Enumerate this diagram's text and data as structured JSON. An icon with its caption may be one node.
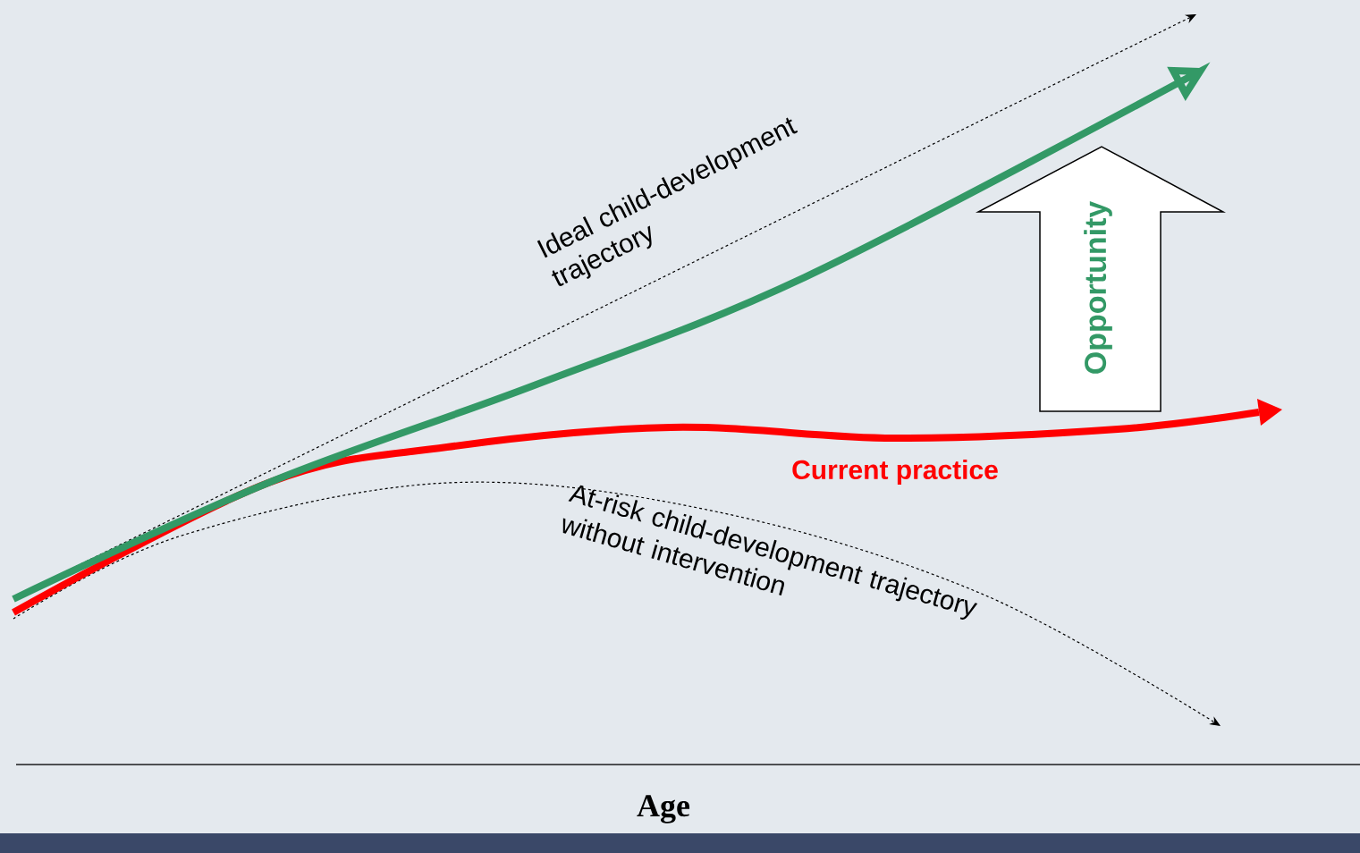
{
  "diagram": {
    "nodes": [
      {
        "text": [
          "Opportunity"
        ]
      }
    ],
    "labels": [
      "Ideal child-development trajectory",
      "Current practice",
      "At-risk child-development trajectory without intervention",
      "Age"
    ]
  }
}
